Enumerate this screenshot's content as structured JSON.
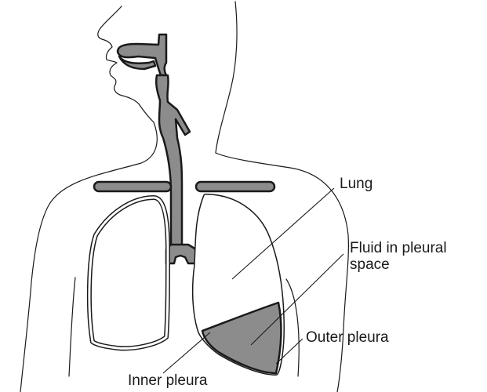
{
  "labels": {
    "lung": "Lung",
    "fluid_line1": "Fluid in pleural",
    "fluid_line2": "space",
    "outer_pleura": "Outer pleura",
    "inner_pleura": "Inner pleura"
  },
  "colors": {
    "organ_fill": "#8c8c8c",
    "outline": "#1a1a1a",
    "background": "#ffffff"
  }
}
